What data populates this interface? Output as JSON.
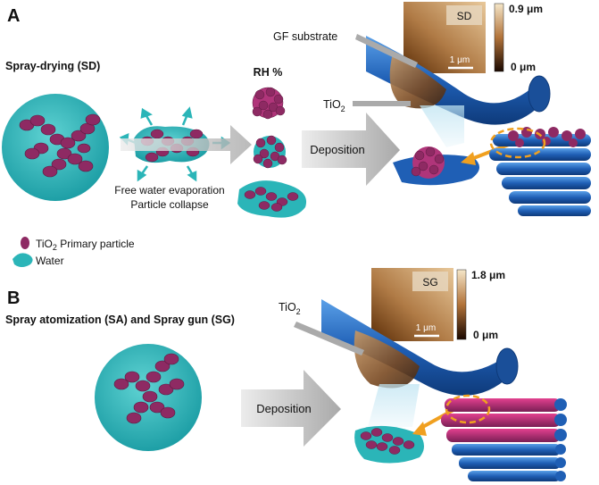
{
  "panel_a": {
    "letter": "A",
    "heading": "Spray-drying (SD)",
    "rh_label": "RH %",
    "deposition": "Deposition",
    "caption_line1": "Free water evaporation",
    "caption_line2": "Particle collapse",
    "gf_substrate": "GF substrate",
    "tio2_base": "TiO",
    "tio2_sub": "2",
    "afm_tag": "SD",
    "scale_bar": "1 μm",
    "colorbar_max": "0.9 μm",
    "colorbar_min": "0 μm"
  },
  "legend": {
    "particle_base": "TiO",
    "particle_sub": "2",
    "particle_rest": " Primary particle",
    "water": "Water"
  },
  "panel_b": {
    "letter": "B",
    "heading": "Spray atomization (SA) and Spray gun (SG)",
    "deposition": "Deposition",
    "tio2_base": "TiO",
    "tio2_sub": "2",
    "afm_tag": "SG",
    "scale_bar": "1 μm",
    "colorbar_max": "1.8 μm",
    "colorbar_min": "0 μm"
  },
  "colors": {
    "water": "#2bb5b8",
    "particle": "#8e2a63",
    "fiber": "#1f5fb5",
    "arrow": "#f0a020",
    "afm_dark": "#3a1800",
    "afm_light": "#f0d9b0"
  }
}
